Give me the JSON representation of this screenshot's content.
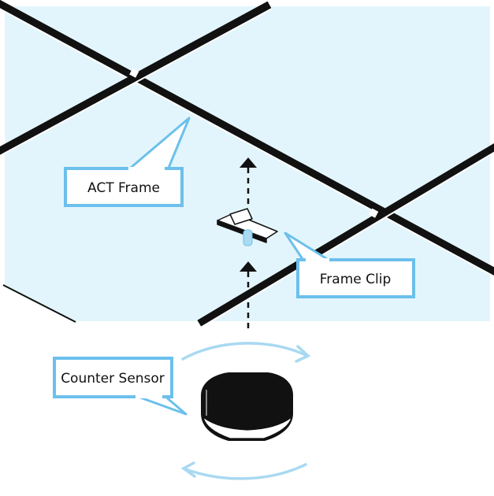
{
  "labels": {
    "act_frame": "ACT Frame",
    "frame_clip": "Frame Clip",
    "counter_sensor": "Counter Sensor"
  },
  "colors": {
    "ceiling_tile": "#e3f5fc",
    "frame": "#111111",
    "callout_border": "#6cc0eb",
    "rotate_arrow": "#a9d9f2",
    "clip_accent": "#a9dbf2",
    "page_background": "#ffffff"
  },
  "icons": [
    "up-arrow-icon",
    "rotate-arrow-icon"
  ]
}
